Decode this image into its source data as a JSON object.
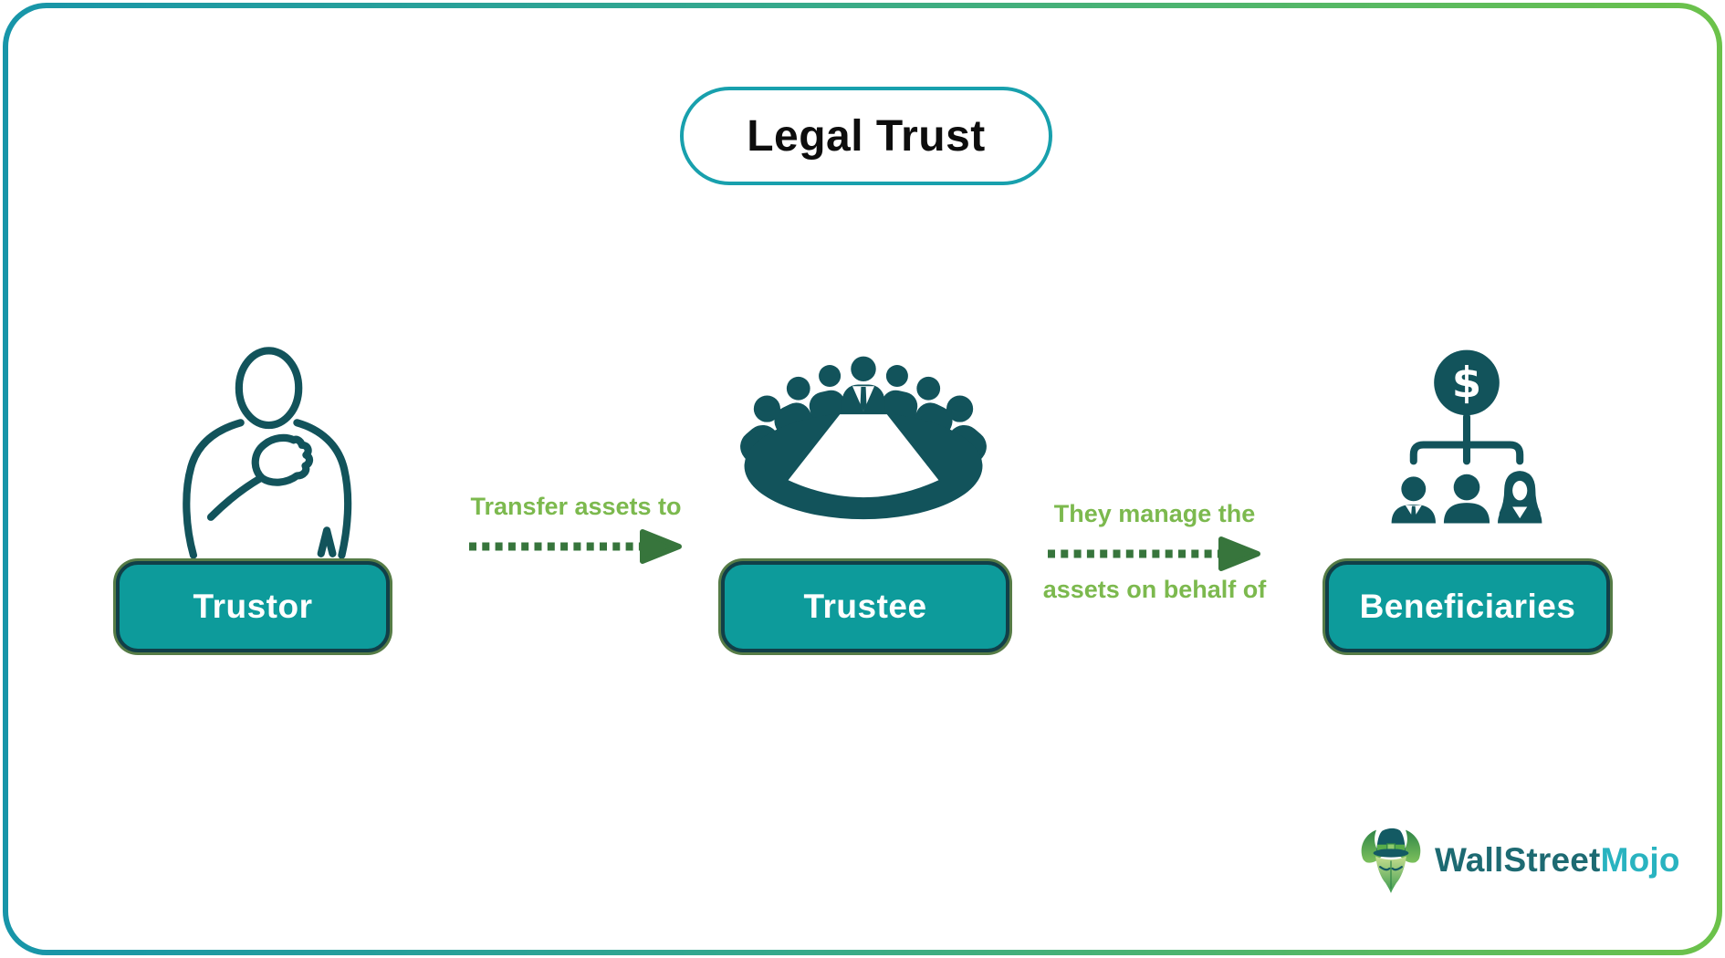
{
  "title": "Legal Trust",
  "nodes": [
    {
      "label": "Trustor",
      "icon": "trustor-person-icon"
    },
    {
      "label": "Trustee",
      "icon": "trustee-board-meeting-icon"
    },
    {
      "label": "Beneficiaries",
      "icon": "beneficiaries-asset-hierarchy-icon"
    }
  ],
  "arrows": [
    {
      "from": "Trustor",
      "to": "Trustee",
      "label": "Transfer assets to"
    },
    {
      "from": "Trustee",
      "to": "Beneficiaries",
      "label_line1": "They manage the",
      "label_line2": "assets on behalf of"
    }
  ],
  "icons": {
    "dollar_glyph": "$"
  },
  "logo": {
    "brand_primary": "WallStreet",
    "brand_secondary": "Mojo",
    "mascot": "bull-mascot-icon"
  },
  "colors": {
    "frame_gradient_start": "#1795a9",
    "frame_gradient_end": "#6cc24a",
    "title_border": "#18a0ad",
    "node_fill": "#0d9b9b",
    "node_border": "#113f48",
    "node_outer_edge": "#567c46",
    "icon_dark_teal": "#12535b",
    "arrow_label_green": "#7cb94e",
    "arrow_dash_green": "#37753c",
    "logo_primary_text": "#1d6a72",
    "logo_secondary_text": "#29b3c0"
  }
}
